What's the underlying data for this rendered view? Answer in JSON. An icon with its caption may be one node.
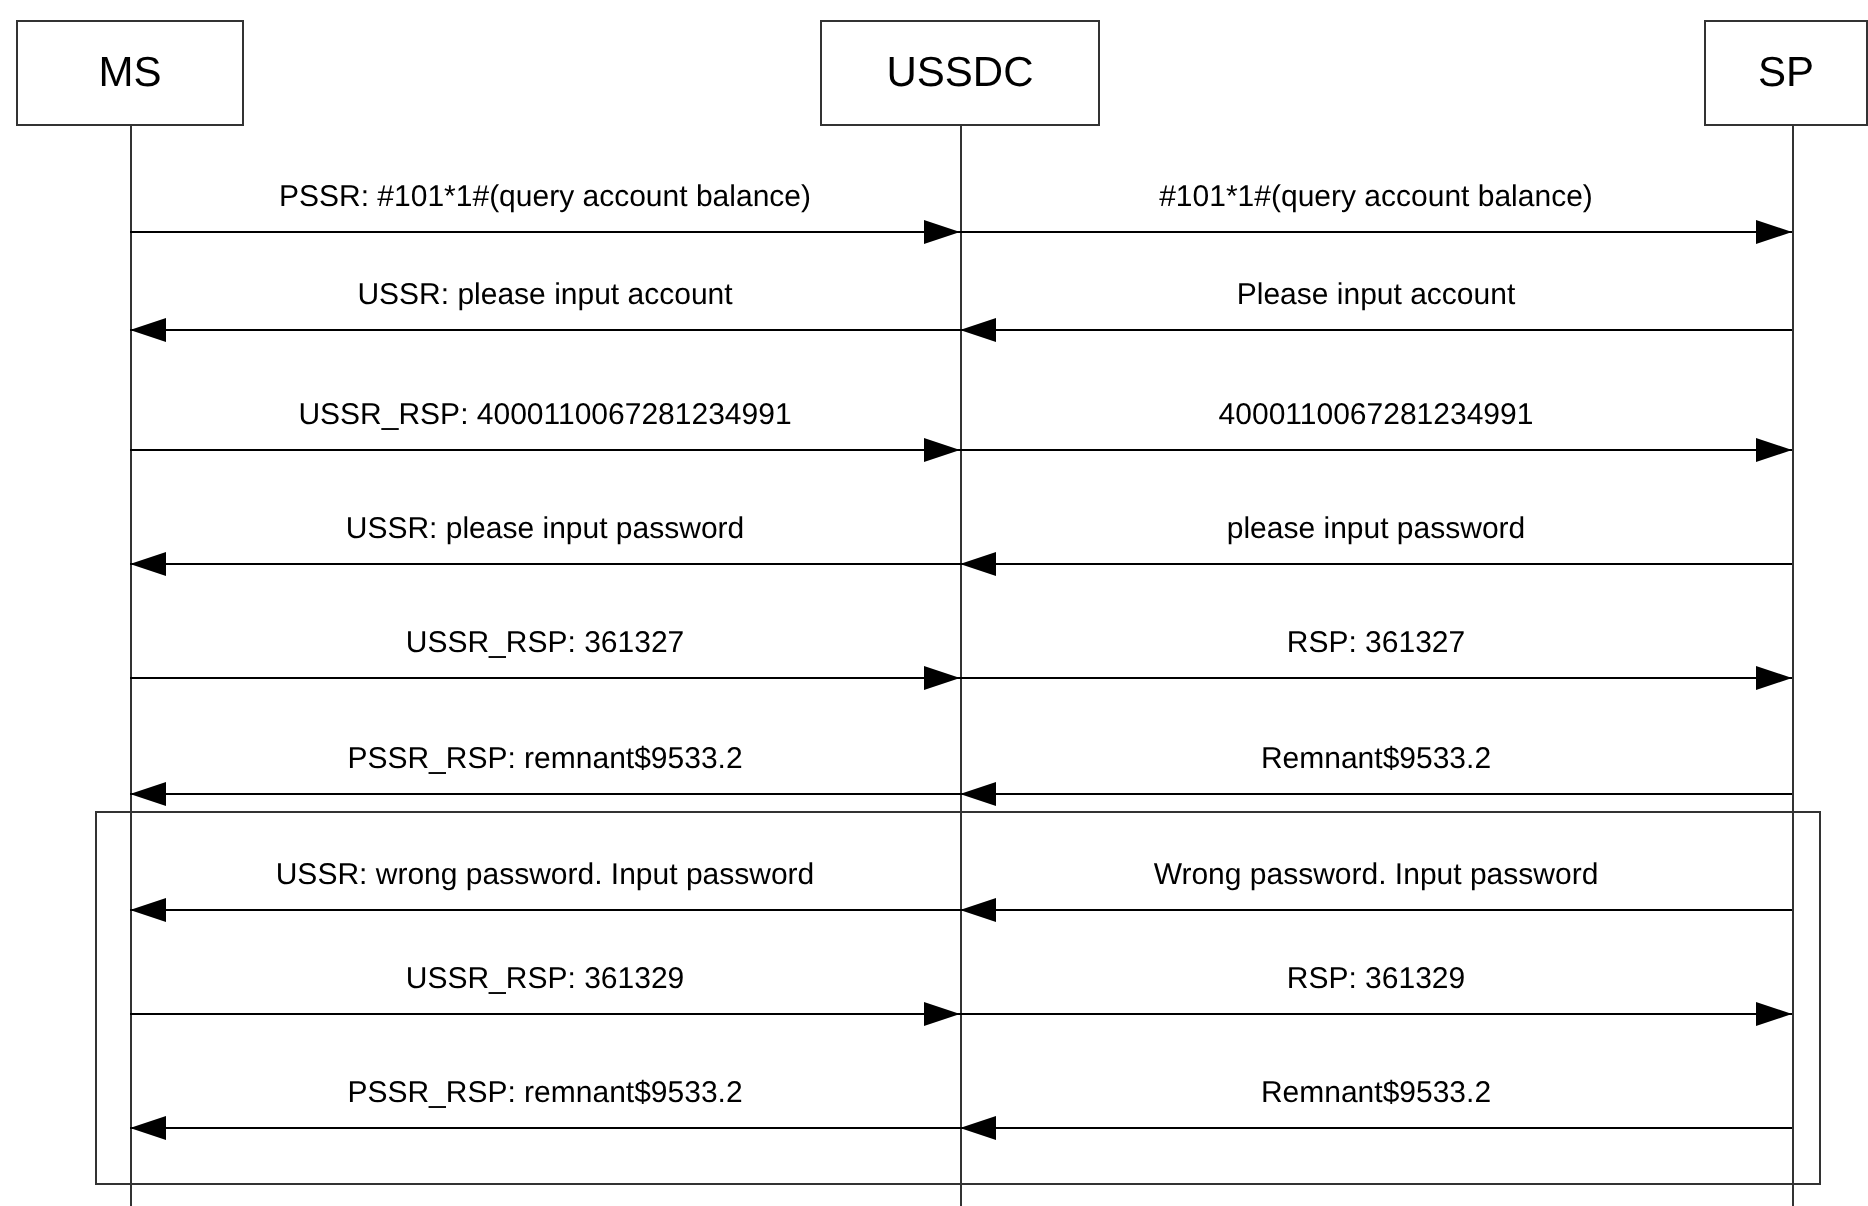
{
  "diagram": {
    "nodes": [
      {
        "text": [
          "MS"
        ]
      },
      {
        "text": [
          "USSDC"
        ]
      },
      {
        "text": [
          "SP"
        ]
      }
    ],
    "edges": [
      {
        "from": 0,
        "to": 1,
        "arrow": "to",
        "label": "PSSR: #101*1#(query account balance)"
      },
      {
        "from": 1,
        "to": 2,
        "arrow": "to",
        "label": "#101*1#(query account balance)"
      },
      {
        "from": 1,
        "to": 0,
        "arrow": "to",
        "label": "USSR: please input account"
      },
      {
        "from": 2,
        "to": 1,
        "arrow": "to",
        "label": "Please input account"
      },
      {
        "from": 0,
        "to": 1,
        "arrow": "to",
        "label": "USSR_RSP: 4000110067281234991"
      },
      {
        "from": 1,
        "to": 2,
        "arrow": "to",
        "label": "4000110067281234991"
      },
      {
        "from": 1,
        "to": 0,
        "arrow": "to",
        "label": "USSR: please input password"
      },
      {
        "from": 2,
        "to": 1,
        "arrow": "to",
        "label": "please input password"
      },
      {
        "from": 0,
        "to": 1,
        "arrow": "to",
        "label": "USSR_RSP: 361327"
      },
      {
        "from": 1,
        "to": 2,
        "arrow": "to",
        "label": "RSP: 361327"
      },
      {
        "from": 1,
        "to": 0,
        "arrow": "to",
        "label": "PSSR_RSP: remnant$9533.2"
      },
      {
        "from": 2,
        "to": 1,
        "arrow": "to",
        "label": "Remnant$9533.2"
      },
      {
        "from": 1,
        "to": 0,
        "arrow": "to",
        "label": "USSR: wrong password. Input password"
      },
      {
        "from": 2,
        "to": 1,
        "arrow": "to",
        "label": "Wrong password. Input password"
      },
      {
        "from": 0,
        "to": 1,
        "arrow": "to",
        "label": "USSR_RSP: 361329"
      },
      {
        "from": 1,
        "to": 2,
        "arrow": "to",
        "label": "RSP: 361329"
      },
      {
        "from": 1,
        "to": 0,
        "arrow": "to",
        "label": "PSSR_RSP: remnant$9533.2"
      },
      {
        "from": 2,
        "to": 1,
        "arrow": "to",
        "label": "Remnant$9533.2"
      }
    ]
  }
}
